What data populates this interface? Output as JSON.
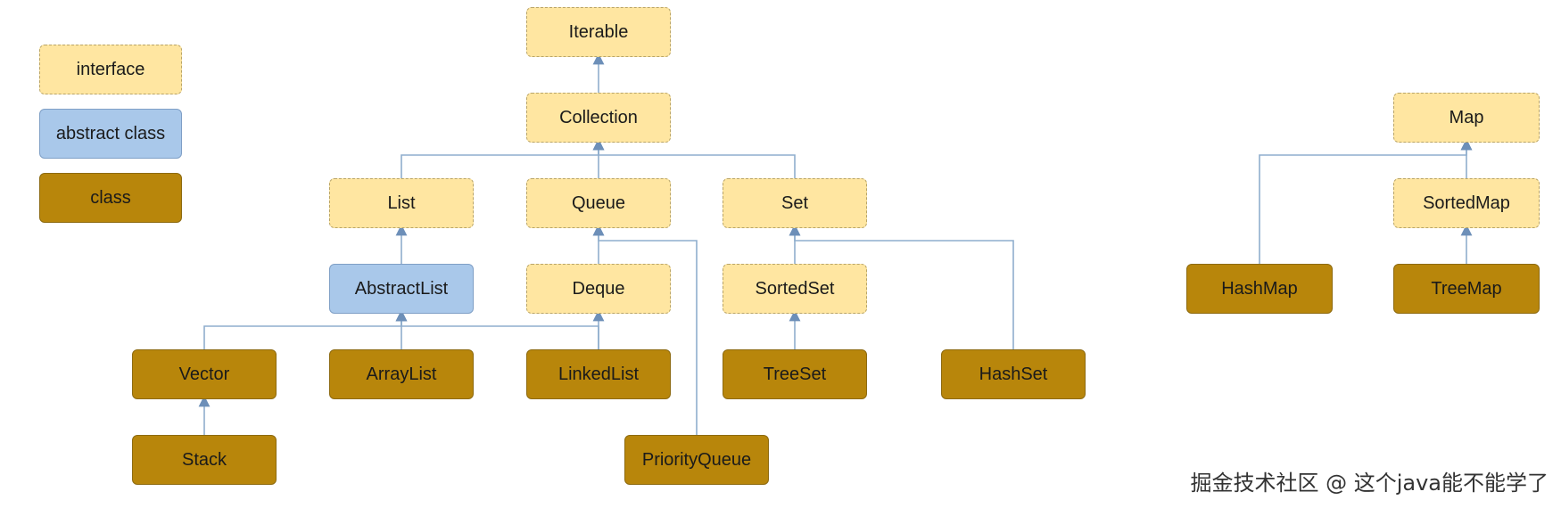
{
  "legend": [
    {
      "id": "legend-interface",
      "kind": "interface",
      "label": "interface"
    },
    {
      "id": "legend-abstract",
      "kind": "abstract",
      "label": "abstract class"
    },
    {
      "id": "legend-class",
      "kind": "class",
      "label": "class"
    }
  ],
  "nodes": [
    {
      "id": "iterable",
      "kind": "interface",
      "label": "Iterable"
    },
    {
      "id": "collection",
      "kind": "interface",
      "label": "Collection"
    },
    {
      "id": "list",
      "kind": "interface",
      "label": "List"
    },
    {
      "id": "queue",
      "kind": "interface",
      "label": "Queue"
    },
    {
      "id": "set",
      "kind": "interface",
      "label": "Set"
    },
    {
      "id": "abstractlist",
      "kind": "abstract",
      "label": "AbstractList"
    },
    {
      "id": "deque",
      "kind": "interface",
      "label": "Deque"
    },
    {
      "id": "sortedset",
      "kind": "interface",
      "label": "SortedSet"
    },
    {
      "id": "vector",
      "kind": "class",
      "label": "Vector"
    },
    {
      "id": "arraylist",
      "kind": "class",
      "label": "ArrayList"
    },
    {
      "id": "linkedlist",
      "kind": "class",
      "label": "LinkedList"
    },
    {
      "id": "treeset",
      "kind": "class",
      "label": "TreeSet"
    },
    {
      "id": "hashset",
      "kind": "class",
      "label": "HashSet"
    },
    {
      "id": "stack",
      "kind": "class",
      "label": "Stack"
    },
    {
      "id": "priorityqueue",
      "kind": "class",
      "label": "PriorityQueue"
    },
    {
      "id": "map",
      "kind": "interface",
      "label": "Map"
    },
    {
      "id": "sortedmap",
      "kind": "interface",
      "label": "SortedMap"
    },
    {
      "id": "hashmap",
      "kind": "class",
      "label": "HashMap"
    },
    {
      "id": "treemap",
      "kind": "class",
      "label": "TreeMap"
    }
  ],
  "edges": [
    {
      "from": "collection",
      "to": "iterable"
    },
    {
      "from": "list",
      "to": "collection"
    },
    {
      "from": "queue",
      "to": "collection"
    },
    {
      "from": "set",
      "to": "collection"
    },
    {
      "from": "abstractlist",
      "to": "list"
    },
    {
      "from": "deque",
      "to": "queue"
    },
    {
      "from": "priorityqueue",
      "to": "queue"
    },
    {
      "from": "sortedset",
      "to": "set"
    },
    {
      "from": "hashset",
      "to": "set"
    },
    {
      "from": "vector",
      "to": "abstractlist"
    },
    {
      "from": "arraylist",
      "to": "abstractlist"
    },
    {
      "from": "linkedlist",
      "to": "abstractlist"
    },
    {
      "from": "linkedlist",
      "to": "deque"
    },
    {
      "from": "treeset",
      "to": "sortedset"
    },
    {
      "from": "stack",
      "to": "vector"
    },
    {
      "from": "sortedmap",
      "to": "map"
    },
    {
      "from": "hashmap",
      "to": "map"
    },
    {
      "from": "treemap",
      "to": "sortedmap"
    }
  ],
  "colors": {
    "interface": "#ffe6a1",
    "abstract": "#a9c8ea",
    "class": "#b8860b",
    "edge": "#8faecd"
  },
  "watermark": "掘金技术社区 @ 这个java能不能学了"
}
